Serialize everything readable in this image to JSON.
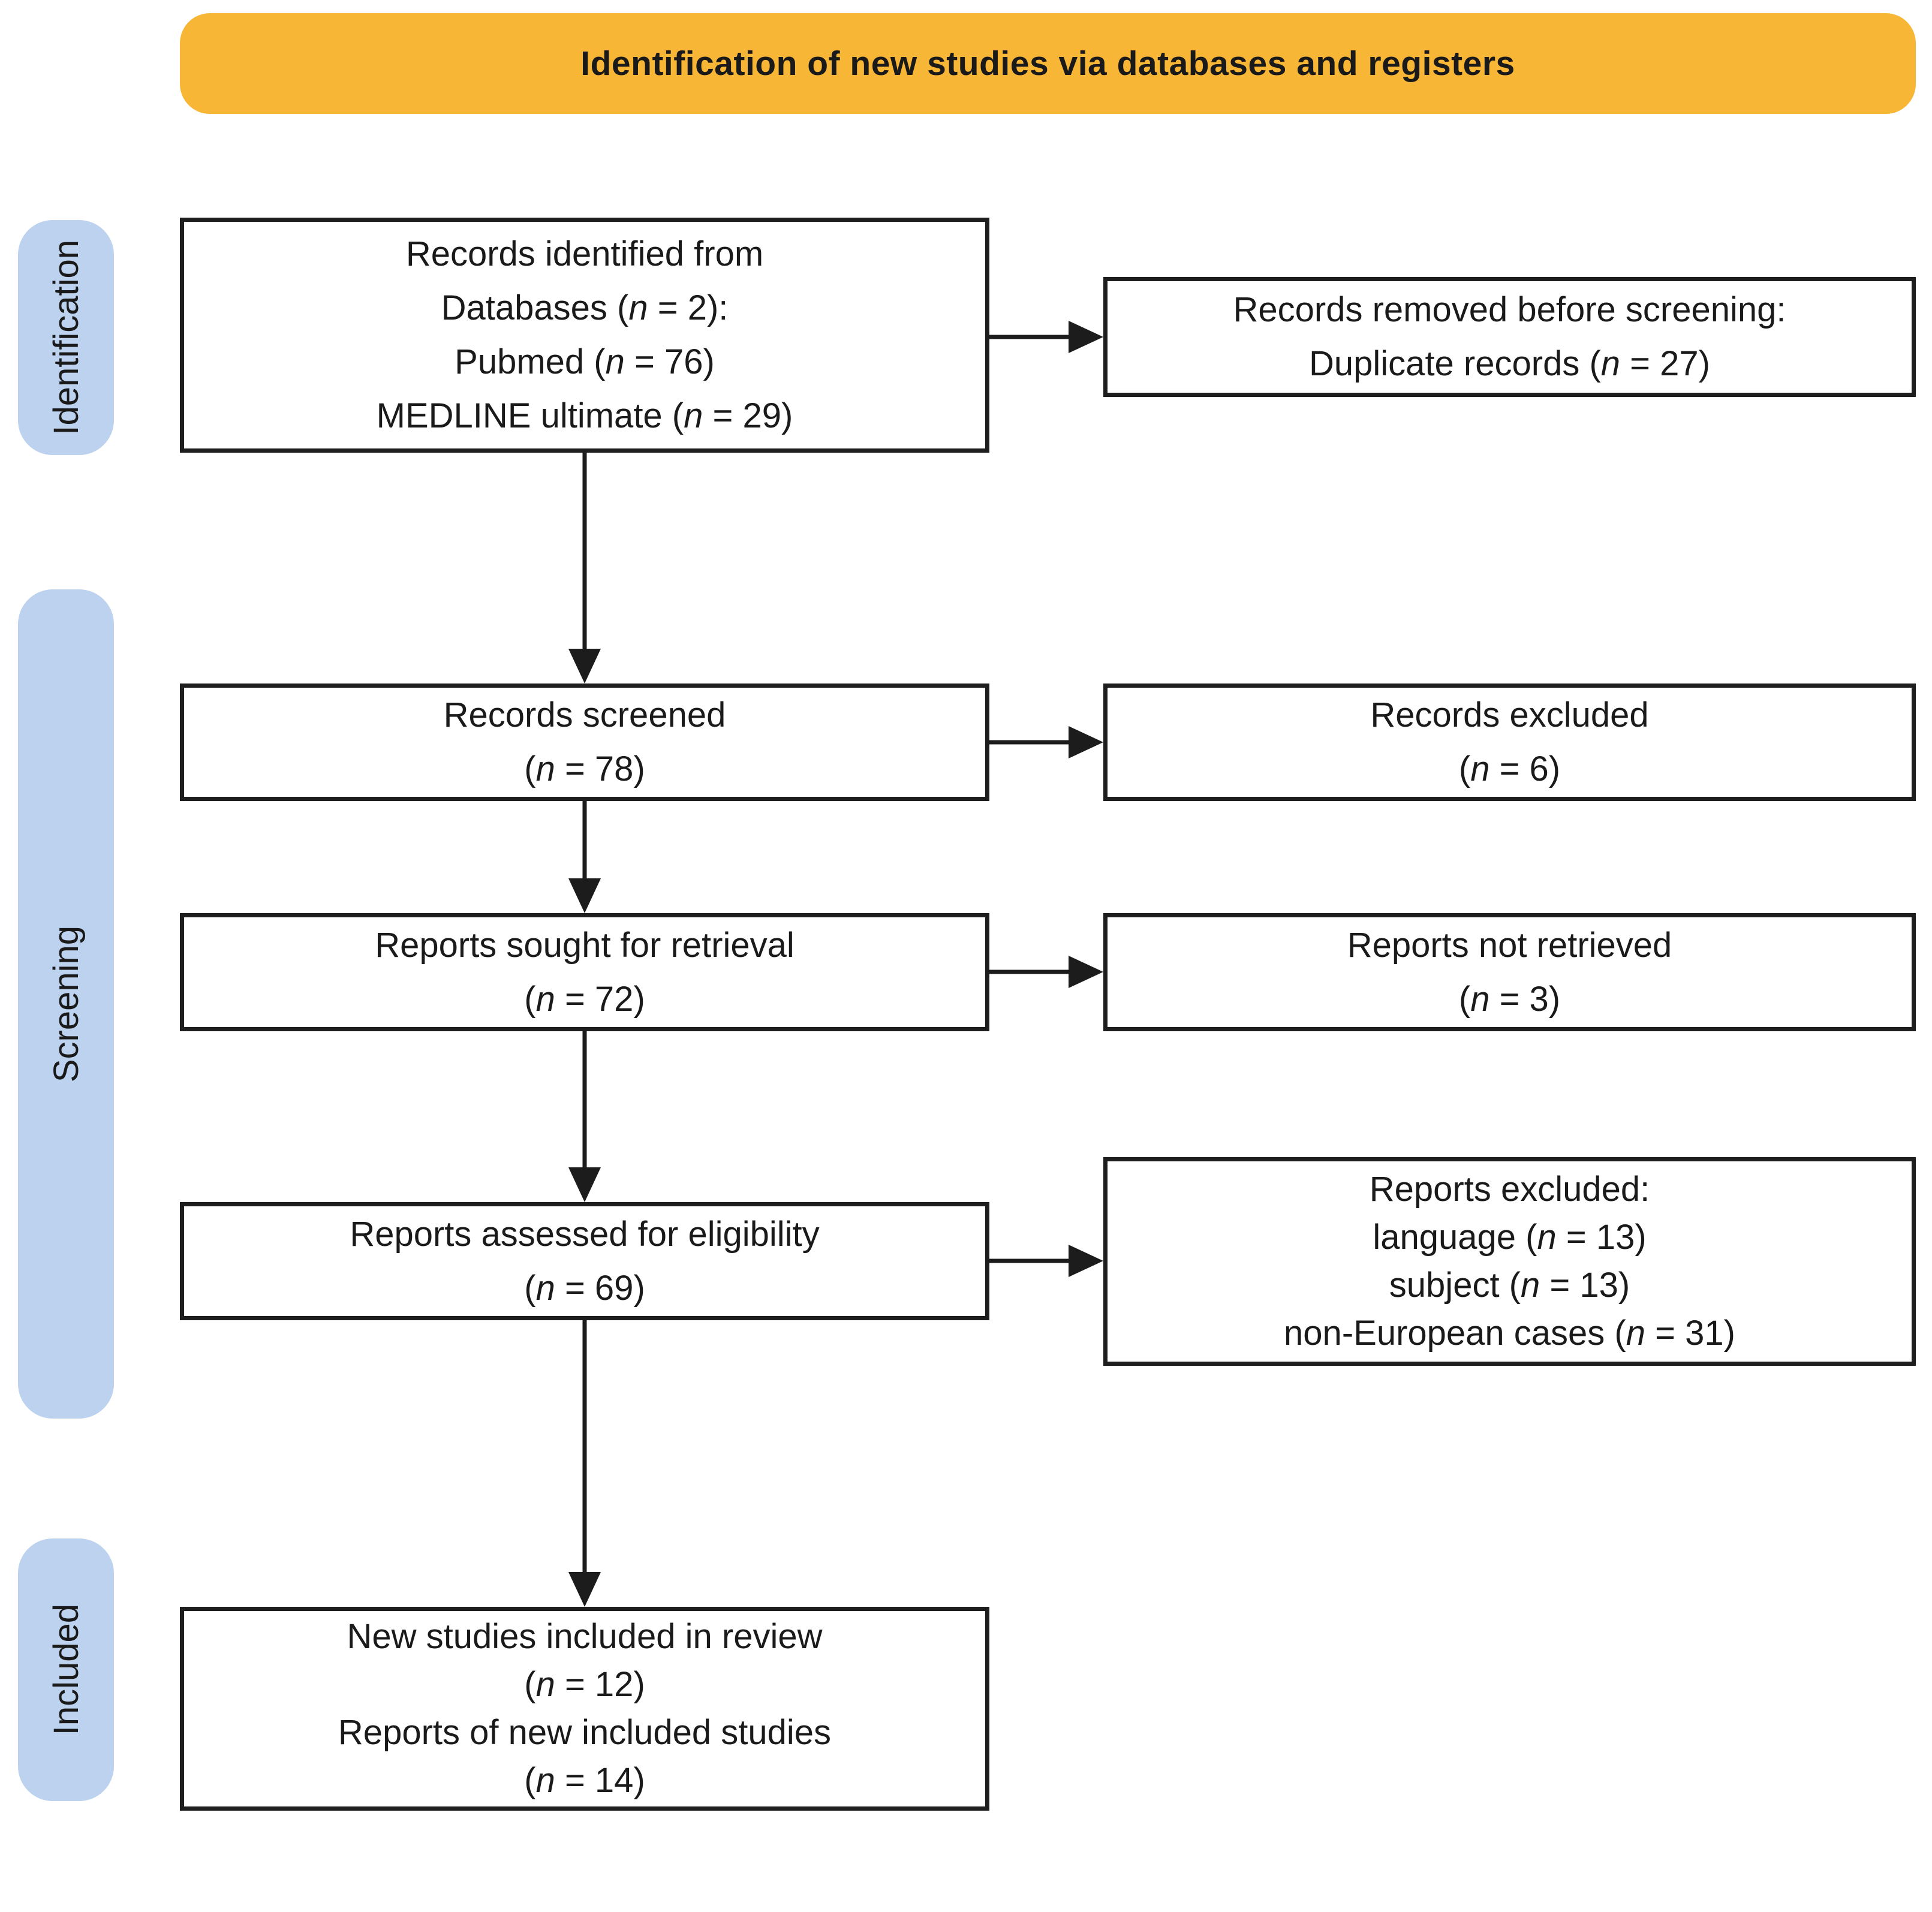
{
  "banner": {
    "label": "Identification of new studies via databases and registers"
  },
  "sidebar": {
    "stages": [
      {
        "label": "Identification"
      },
      {
        "label": "Screening"
      },
      {
        "label": "Included"
      }
    ]
  },
  "flow": {
    "records_identified": {
      "lines": [
        "Records identified from",
        "Databases (n = 2):",
        "Pubmed (n = 76)",
        "MEDLINE ultimate (n = 29)"
      ]
    },
    "records_removed": {
      "lines": [
        "Records removed before screening:",
        "Duplicate records (n = 27)"
      ]
    },
    "records_screened": {
      "lines": [
        "Records screened",
        "(n = 78)"
      ]
    },
    "records_excluded": {
      "lines": [
        "Records excluded",
        "(n = 6)"
      ]
    },
    "reports_sought": {
      "lines": [
        "Reports sought for retrieval",
        "(n = 72)"
      ]
    },
    "reports_not_retrieved": {
      "lines": [
        "Reports not retrieved",
        "(n = 3)"
      ]
    },
    "reports_assessed": {
      "lines": [
        "Reports assessed for eligibility",
        "(n = 69)"
      ]
    },
    "reports_excluded": {
      "lines": [
        "Reports excluded:",
        "language (n = 13)",
        "subject (n = 13)",
        "non-European cases (n = 31)"
      ]
    },
    "new_studies_included": {
      "lines": [
        "New studies included in review",
        "(n = 12)",
        "Reports of new included studies",
        "(n = 14)"
      ]
    }
  },
  "colors": {
    "banner_bg": "#F8B637",
    "stage_bg": "#BCD2EE",
    "box_border": "#1E1E1E",
    "arrow": "#1C1C1C",
    "text": "#1A1A1A"
  }
}
